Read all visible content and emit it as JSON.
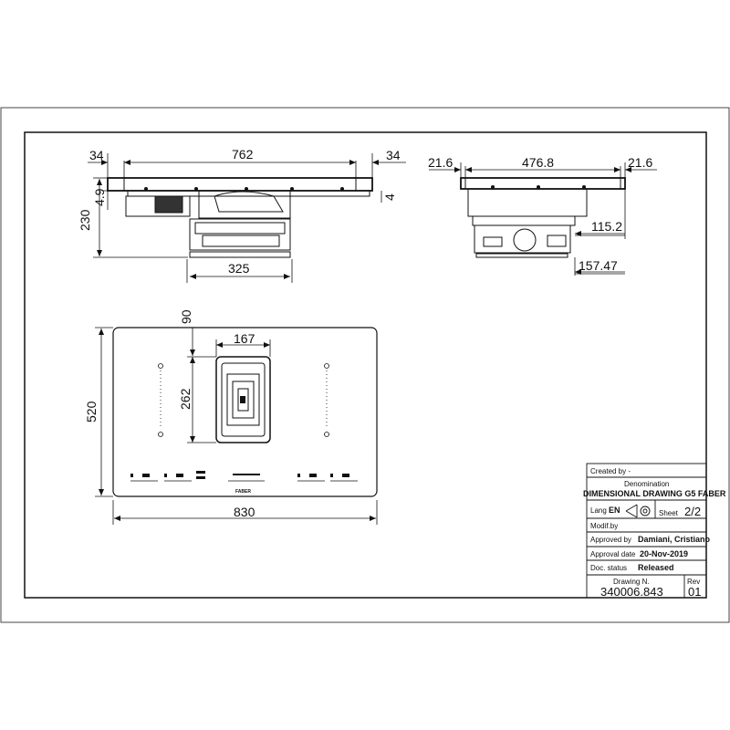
{
  "dimensions": {
    "top_left_margin": "34",
    "top_width": "762",
    "top_right_margin": "34",
    "top_height": "4.9",
    "top_depth": "230",
    "top_thickness": "4",
    "top_motor_width": "325",
    "side_left_margin": "21.6",
    "side_width": "476.8",
    "side_right_margin": "21.6",
    "side_depth_a": "115.2",
    "side_depth_b": "157.47",
    "plan_margin": "90",
    "plan_vent_width": "167",
    "plan_vent_depth": "262",
    "plan_depth": "520",
    "plan_width": "830"
  },
  "hob": {
    "brand": "FABER"
  },
  "title_block": {
    "created_by": "Created by -",
    "denomination_label": "Denomination",
    "denomination": "DIMENSIONAL DRAWING G5 FABER",
    "lang_label": "Lang",
    "lang": "EN",
    "sheet_label": "Sheet",
    "sheet": "2/2",
    "modif_label": "Modif.by",
    "approved_label": "Approved by",
    "approved_by": "Damiani, Cristiano",
    "approval_date_label": "Approval date",
    "approval_date": "20-Nov-2019",
    "doc_status_label": "Doc. status",
    "doc_status": "Released",
    "drawing_no_label": "Drawing N.",
    "drawing_no": "340006.843",
    "rev_label": "Rev",
    "rev": "01"
  }
}
